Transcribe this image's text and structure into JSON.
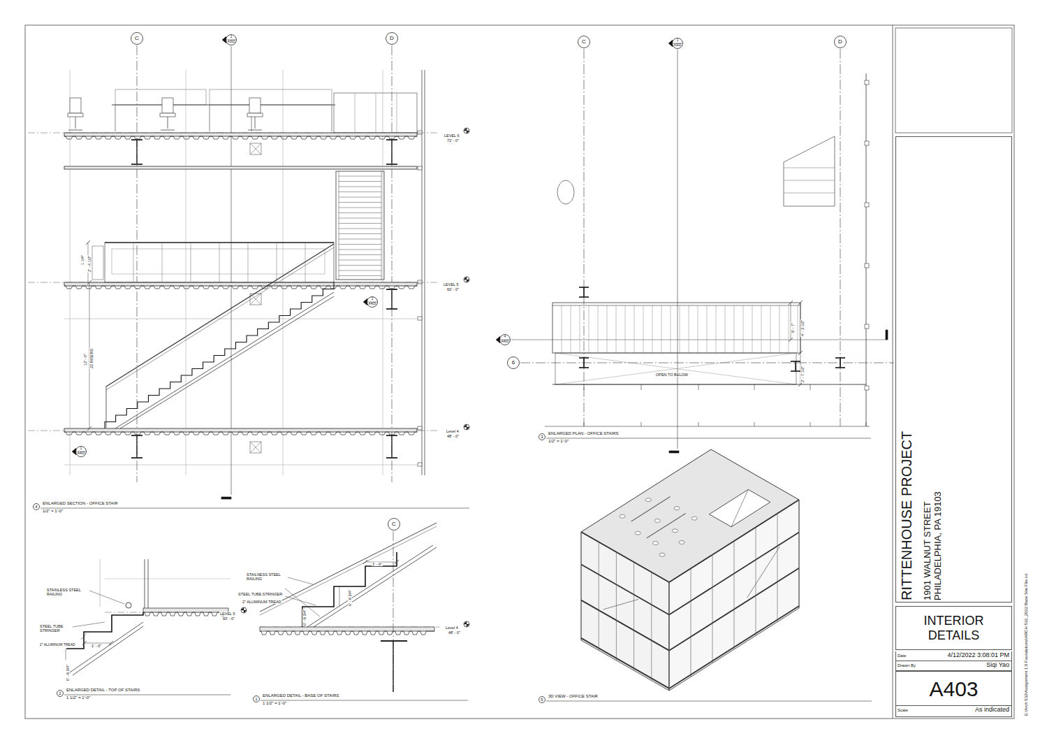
{
  "diagram": {
    "nodes": [
      {
        "text": [
          "C"
        ]
      },
      {
        "text": [
          "1",
          "A302"
        ]
      },
      {
        "text": [
          "D"
        ]
      },
      {
        "text": [
          "C"
        ]
      },
      {
        "text": [
          "1",
          "A302"
        ]
      },
      {
        "text": [
          "D"
        ]
      },
      {
        "text": [
          "4",
          "A403"
        ]
      },
      {
        "text": [
          "6"
        ]
      },
      {
        "text": [
          "2",
          "A403"
        ]
      },
      {
        "text": [
          "1",
          "A403"
        ]
      },
      {
        "text": [
          "4",
          "ENLARGED SECTION - OFFICE STAIR",
          "1/2\" = 1'-0\""
        ]
      },
      {
        "text": [
          "3",
          "ENLARGED PLAN - OFFICE STAIRS",
          "1/2\" = 1'-0\""
        ]
      },
      {
        "text": [
          "C"
        ]
      },
      {
        "text": [
          "2",
          "ENLARGED DETAIL - TOP OF STAIRS",
          "1 1/2\" = 1'-0\""
        ]
      },
      {
        "text": [
          "1",
          "ENLARGED DETAIL - BASE OF STAIRS",
          "1 1/2\" = 1'-0\""
        ]
      },
      {
        "text": [
          "5",
          "3D VIEW - OFFICE STAIR"
        ]
      },
      {
        "text": [
          "RITTENHOUSE PROJECT",
          "1901 WALNUT STREET PHILADELPHIA, PA 19103"
        ]
      },
      {
        "text": [
          "INTERIOR DETAILS"
        ]
      },
      {
        "text": [
          "Date",
          "4/12/2022 3:08:01 PM"
        ]
      },
      {
        "text": [
          "Drawn By",
          "Siqi Yao"
        ]
      },
      {
        "text": [
          "A403"
        ]
      },
      {
        "text": [
          "Scale",
          "As indicated"
        ]
      }
    ],
    "labels": [
      "LEVEL 6",
      "72' - 0\"",
      "LEVEL 5",
      "60' - 0\"",
      "Level 4",
      "48' - 0\"",
      "12' - 0\"",
      "22 RISERS",
      "1 1/4\"",
      "2' - 4 1/2\"",
      "5' - 7\"",
      "4' - 3 1/2\"",
      "2' - 7 1/2\"",
      "OPEN TO BELOW",
      "STAINLESS STEEL RAILING",
      "STEEL TUBE STRINGER",
      "2\" ALUMINUM TREAD",
      "1' - 0\"",
      "0' - 6 3/4\"",
      "LEVEL 5",
      "60' - 0\"",
      "STAILNESS STEEL RAILING",
      "STEEL TUBE STRINGER",
      "2\" ALUMINUM TREAD",
      "1' - 0\"",
      "0' - 6 3/4\"",
      "0' - 6 3/4\"",
      "Level 4",
      "48' - 0\"",
      "E:\\Arch 532\\Assignment 1.0 Foundations\\ARCH 532_2022 Base Site File.rvt"
    ]
  }
}
